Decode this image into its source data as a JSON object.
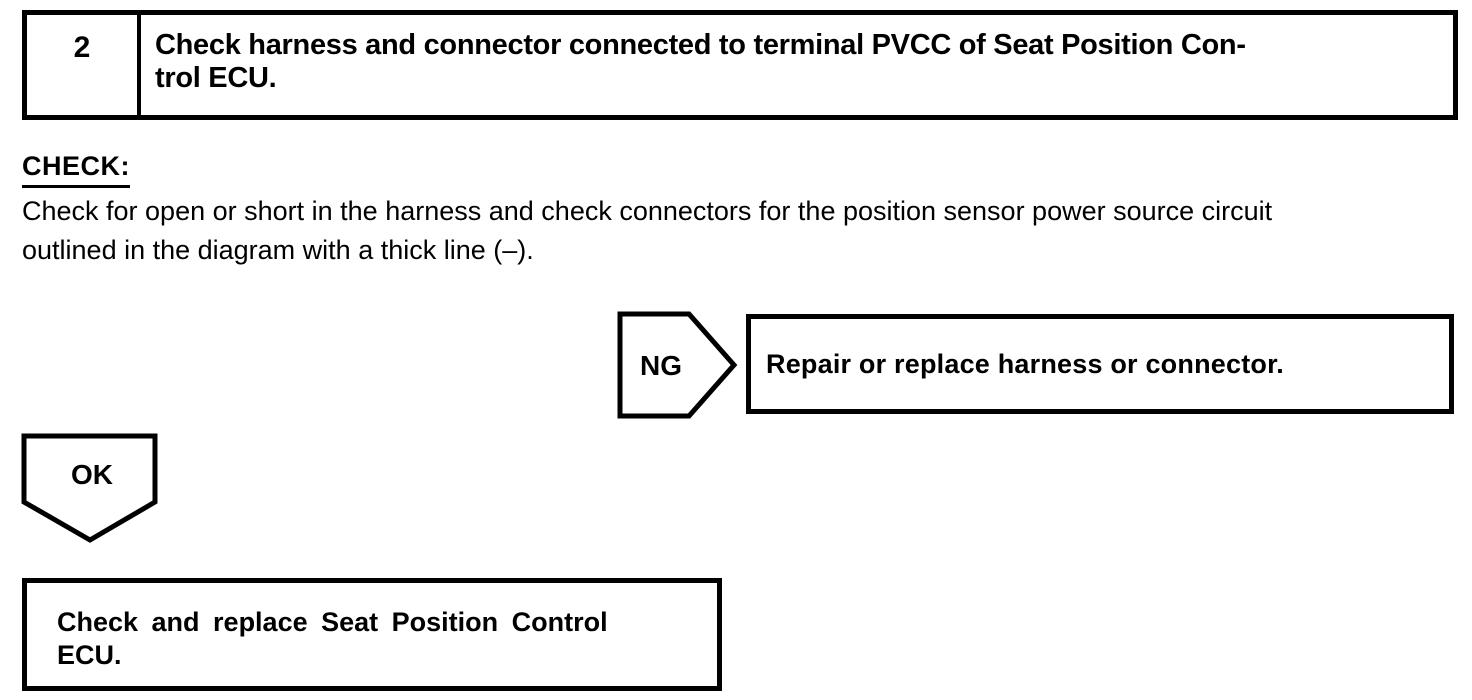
{
  "document": {
    "step": {
      "number": "2",
      "title_line1": "Check harness and connector connected to terminal PVCC of Seat Position Con-",
      "title_line2": "trol ECU."
    },
    "check": {
      "heading": "CHECK:",
      "body_line1": "Check for open or short in the harness and check connectors for the position sensor power source circuit",
      "body_line2": "outlined in the diagram with a thick line (–)."
    },
    "ng_branch": {
      "label": "NG",
      "action": "Repair or replace harness or connector."
    },
    "ok_branch": {
      "label": "OK",
      "action_line1": "Check and replace Seat Position Control",
      "action_line2": "ECU."
    }
  },
  "colors": {
    "ink": "#000000",
    "paper": "#ffffff"
  }
}
